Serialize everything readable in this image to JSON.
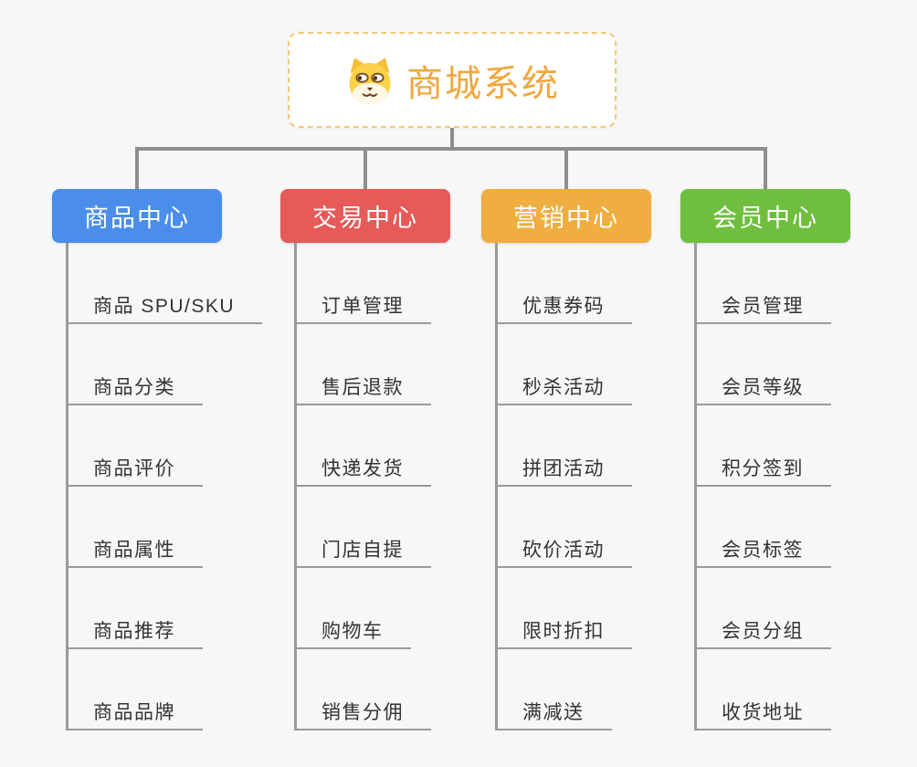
{
  "root": {
    "title": "商城系统",
    "icon": "dog-face-icon"
  },
  "colors": {
    "root_accent": "#f0a73e",
    "root_border": "#f3c778",
    "connector_gray": "#8e8e8e",
    "subtopic_text": "#333333",
    "background": "#f7f7f7"
  },
  "branches": [
    {
      "label": "商品中心",
      "color": "#4a8ee9",
      "items": [
        "商品 SPU/SKU",
        "商品分类",
        "商品评价",
        "商品属性",
        "商品推荐",
        "商品品牌"
      ]
    },
    {
      "label": "交易中心",
      "color": "#e65a5a",
      "items": [
        "订单管理",
        "售后退款",
        "快递发货",
        "门店自提",
        "购物车",
        "销售分佣"
      ]
    },
    {
      "label": "营销中心",
      "color": "#efae3f",
      "items": [
        "优惠券码",
        "秒杀活动",
        "拼团活动",
        "砍价活动",
        "限时折扣",
        "满减送"
      ]
    },
    {
      "label": "会员中心",
      "color": "#6fbe3e",
      "items": [
        "会员管理",
        "会员等级",
        "积分签到",
        "会员标签",
        "会员分组",
        "收货地址"
      ]
    }
  ]
}
